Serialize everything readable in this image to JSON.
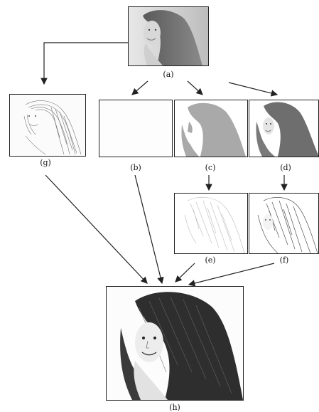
{
  "panels": {
    "a": {
      "label": "(a)"
    },
    "b": {
      "label": "(b)"
    },
    "c": {
      "label": "(c)"
    },
    "d": {
      "label": "(d)"
    },
    "e": {
      "label": "(e)"
    },
    "f": {
      "label": "(f)"
    },
    "g": {
      "label": "(g)"
    },
    "h": {
      "label": "(h)"
    }
  },
  "colors": {
    "border": "#222222",
    "gray_mask": "#a9a9a9",
    "dark_mask": "#6e6e6e",
    "sketch": "#333333",
    "arrow": "#222222"
  }
}
